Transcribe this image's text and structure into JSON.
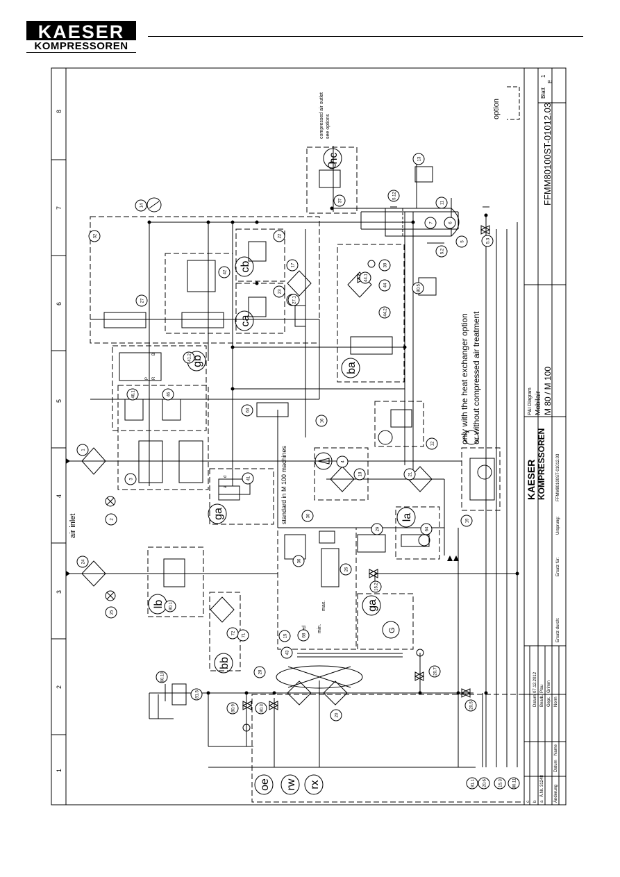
{
  "brand": {
    "line1": "KAESER",
    "line2": "KOMPRESSOREN"
  },
  "drawing": {
    "number": "FFMM80100ST-01012.03",
    "sheet_label": "Blatt",
    "sheet_number": "1",
    "sheet_letter": "E",
    "option_label": "option",
    "title_type": "P&I Diagram",
    "title_product": "Mobilair",
    "title_models": "M 80 / M 100",
    "small_number": "FFMM80100ST-01012.03",
    "ursprung": "Ursprung:",
    "ersatz_fuer": "Ersatz für:",
    "ersatz_durch": "Ersatz durch:",
    "block": {
      "datum_label": "Datum",
      "datum_value": "07.12.2012",
      "bearb_label": "Bearb.",
      "bearb_value": "Plau",
      "gepr_label": "Gepr.",
      "gepr_value": "Grimm",
      "norm_label": "Norm",
      "aenderung_label": "Änderung",
      "datum2_label": "Datum",
      "name_label": "Name",
      "rev_a": "a",
      "rev_a_text": "Ä.Nr. 31248",
      "rev_b": "b",
      "rev_c": "c"
    }
  },
  "grid_numbers": [
    "1",
    "2",
    "3",
    "4",
    "5",
    "6",
    "7",
    "8"
  ],
  "labels": {
    "air_inlet": "air inlet",
    "outlet_line1": "compressed air outlet",
    "outlet_line2": "see options",
    "standard_note": "standard in M 100 machines",
    "hx_note1": "only with the heat exchanger option",
    "hx_note2": "or without compressed air treatment",
    "max": "max.",
    "min": "min.",
    "speed": "speed",
    "G": "G",
    "ports": [
      "B",
      "P",
      "R",
      "a",
      "d"
    ]
  },
  "groups": [
    "hc",
    "cb",
    "ca",
    "gb",
    "ba",
    "la",
    "ga",
    "lb",
    "bb",
    "ga",
    "oe",
    "rw",
    "rx"
  ],
  "items": [
    "1",
    "2",
    "3",
    "4",
    "5",
    "5.2",
    "5.3",
    "5.12",
    "6",
    "7",
    "11",
    "12",
    "13",
    "14",
    "15",
    "15.2",
    "15.3",
    "16",
    "17",
    "17.1",
    "18",
    "19",
    "20",
    "20.5",
    "20.6",
    "20.7",
    "21",
    "22",
    "23",
    "24",
    "25",
    "26",
    "27",
    "27.1",
    "28",
    "29",
    "30",
    "32",
    "36",
    "37",
    "39",
    "41",
    "41.2",
    "42",
    "43",
    "44",
    "44.1",
    "44.2",
    "46",
    "46.1",
    "63",
    "64",
    "68",
    "71",
    "72",
    "80.1",
    "80.3",
    "80.5",
    "80.9",
    "80.10",
    "80.11",
    "81.1",
    "81.5"
  ],
  "colors": {
    "ink": "#000000",
    "paper": "#ffffff"
  }
}
